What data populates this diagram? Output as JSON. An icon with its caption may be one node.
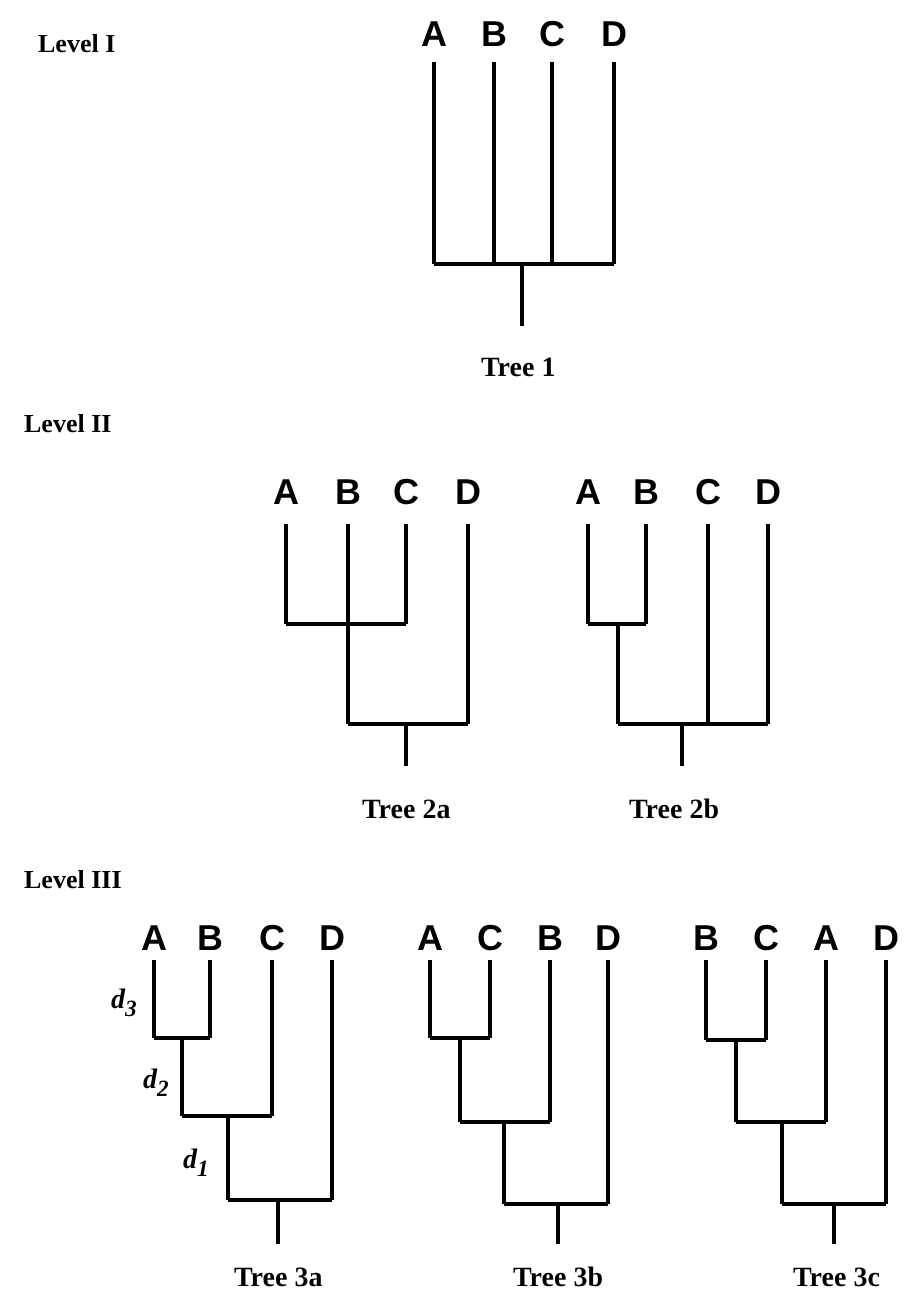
{
  "diagram": {
    "labels": [
      "Level I",
      "A",
      "B",
      "C",
      "D",
      "Tree 1",
      "Level II",
      "A",
      "B",
      "C",
      "D",
      "A",
      "B",
      "C",
      "D",
      "Tree 2a",
      "Tree 2b",
      "Level III",
      "A",
      "B",
      "C",
      "D",
      "A",
      "C",
      "B",
      "D",
      "B",
      "C",
      "A",
      "D",
      "d$_{3}$",
      "d$_{2}$",
      "d$_{1}$",
      "Tree 3a",
      "Tree 3b",
      "Tree 3c"
    ]
  }
}
